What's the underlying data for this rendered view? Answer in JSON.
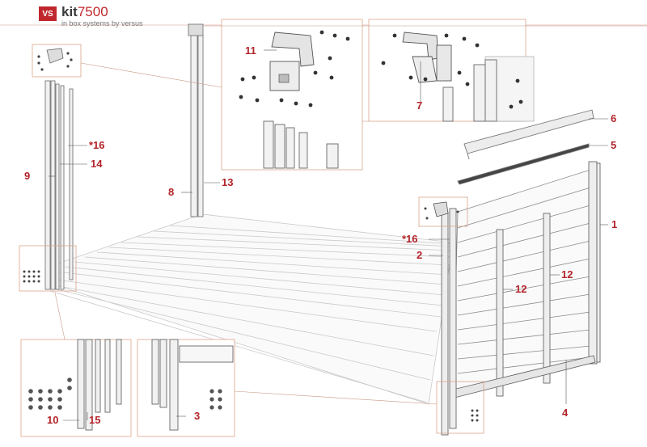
{
  "brand": {
    "logo_text": "VS",
    "product": "kit",
    "model": "7500",
    "subtitle": "in box systems by versus",
    "accent_color": "#c0272d"
  },
  "callouts": {
    "c1": "1",
    "c2": "2",
    "c3": "3",
    "c4": "4",
    "c5": "5",
    "c6": "6",
    "c7": "7",
    "c8": "8",
    "c9": "9",
    "c10": "10",
    "c11": "11",
    "c12a": "12",
    "c12b": "12",
    "c13": "13",
    "c14": "14",
    "c15": "15",
    "c16a": "*16",
    "c16b": "*16"
  },
  "colors": {
    "line": "#8a8a8a",
    "frame": "#d9a58a",
    "label": "#b3242a"
  }
}
